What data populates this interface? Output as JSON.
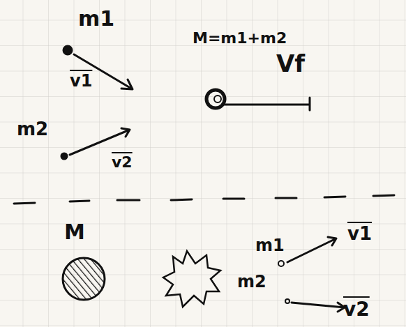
{
  "diagram": {
    "labels": [
      "m1",
      "v1",
      "M=m1+m2",
      "Vf",
      "m2",
      "v2",
      "M",
      "m1",
      "v1",
      "m2",
      "v2"
    ]
  }
}
